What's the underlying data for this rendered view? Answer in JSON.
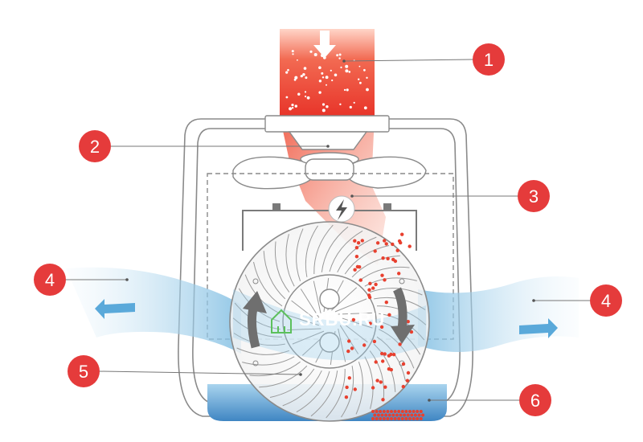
{
  "diagram": {
    "watermark": "SRBU.RU",
    "callouts": [
      {
        "id": "c1",
        "label": "1"
      },
      {
        "id": "c2",
        "label": "2"
      },
      {
        "id": "c3",
        "label": "3"
      },
      {
        "id": "c4l",
        "label": "4"
      },
      {
        "id": "c4r",
        "label": "4"
      },
      {
        "id": "c5",
        "label": "5"
      },
      {
        "id": "c6",
        "label": "6"
      }
    ]
  },
  "colors": {
    "hot_air": "#e8402f",
    "callout_badge": "#e53b3b",
    "water": "#4a90c8",
    "cool_air": "#8fc6e6",
    "housing_outline": "#8a8a8a",
    "rotation_arrow": "#7a7a7a",
    "watermark": "#ffffff"
  },
  "icons": {
    "power": "lightning-bolt-icon",
    "rotation": "curved-arrow-icon",
    "watermark_logo": "house-icon"
  }
}
